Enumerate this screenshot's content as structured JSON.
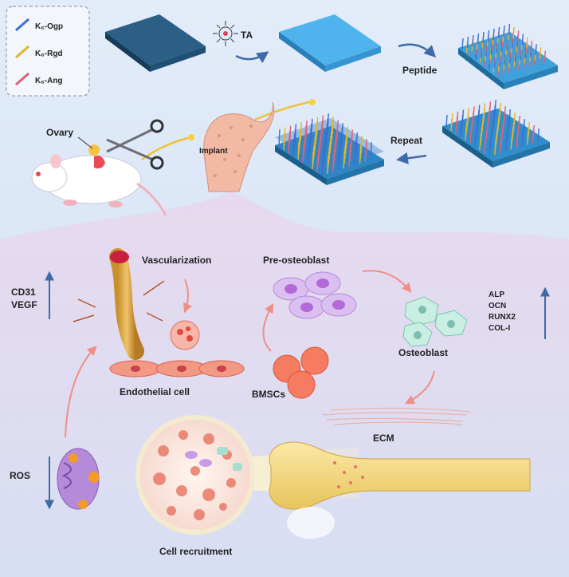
{
  "legend": {
    "items": [
      {
        "label": "K₆-Ogp",
        "color": "#3b6fd8"
      },
      {
        "label": "K₆-Rgd",
        "color": "#e5b42a"
      },
      {
        "label": "K₆-Ang",
        "color": "#e0607a"
      }
    ]
  },
  "top": {
    "ta_label": "TA",
    "peptide_label": "Peptide",
    "repeat_label": "Repeat",
    "ovary_label": "Ovary",
    "implant_label": "Implant"
  },
  "bottom": {
    "vascularization_label": "Vascularization",
    "endothelial_label": "Endothelial cell",
    "pre_osteoblast_label": "Pre-osteoblast",
    "osteoblast_label": "Osteoblast",
    "bmscs_label": "BMSCs",
    "ecm_label": "ECM",
    "cell_recruitment_label": "Cell recruitment",
    "ros_label": "ROS",
    "left_markers": [
      "CD31",
      "VEGF"
    ],
    "right_markers": [
      "ALP",
      "OCN",
      "RUNX2",
      "COL-I"
    ]
  },
  "colors": {
    "upper_bg": "#dbe7f7",
    "lower_bg": "#e6dff3",
    "substrate_dark": "#1f4f73",
    "substrate_light": "#3fa9e8",
    "bone": "#f2d77a",
    "cell_purple": "#c79be6",
    "cell_red": "#f06a5a",
    "cell_green": "#b5e3d6"
  }
}
